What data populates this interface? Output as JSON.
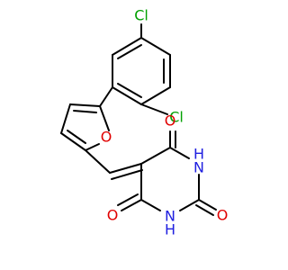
{
  "colors": {
    "bond": "#000000",
    "carbon_bond": "#000000",
    "chlorine": "#00a000",
    "oxygen": "#e00000",
    "nitrogen": "#2020e0",
    "hydrogen_on_n": "#2020e0",
    "background": "#ffffff"
  },
  "atoms": {
    "cl_top": "Cl",
    "cl_right": "Cl",
    "o_furan": "O",
    "o_upper": "O",
    "o_lower_left": "O",
    "o_lower_right": "O",
    "nh_upper": "H",
    "n_upper": "N",
    "nh_lower": "H",
    "n_lower": "N"
  }
}
